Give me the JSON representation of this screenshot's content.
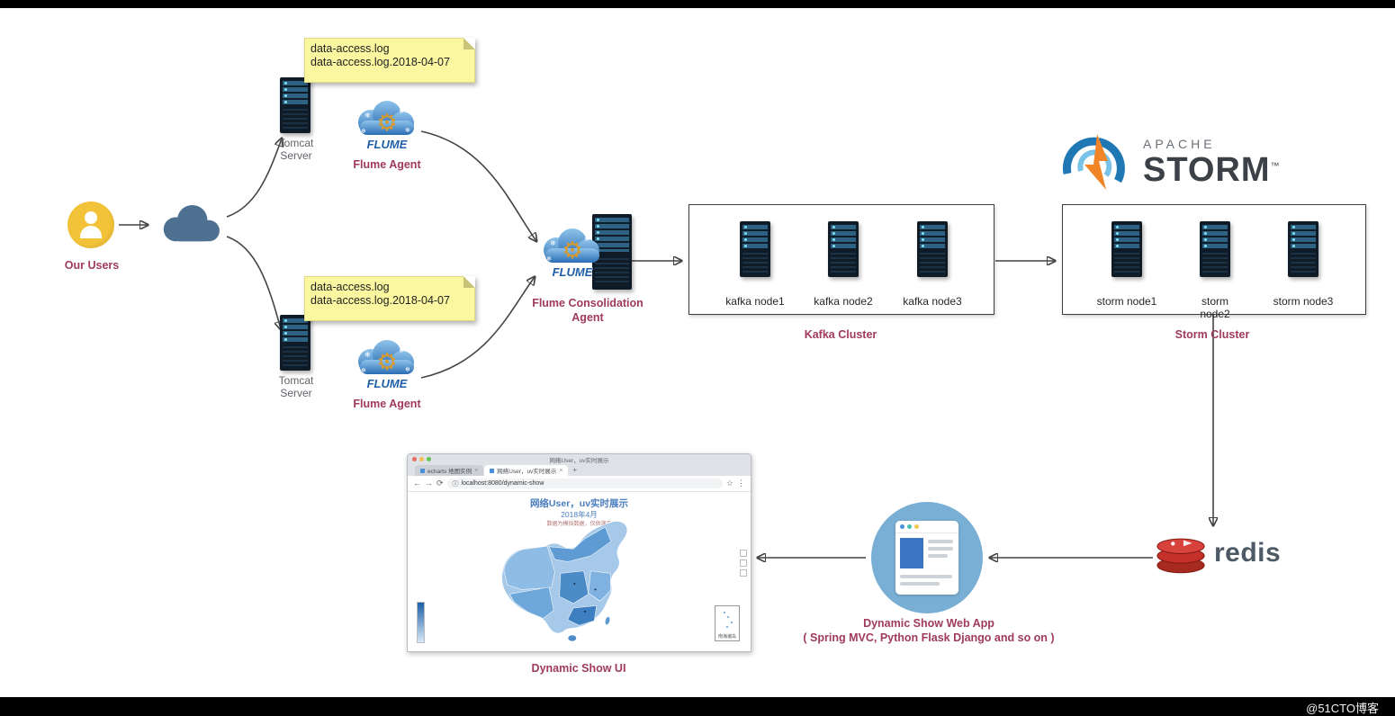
{
  "watermark": "@51CTO博客",
  "colors": {
    "label_accent": "#a03a5d",
    "note_bg": "#fbf7a0",
    "redis_red": "#c6302b",
    "storm_orange": "#f08426",
    "flume_blue": "#2a6db5"
  },
  "users": {
    "label": "Our Users"
  },
  "tomcat": {
    "top_label": "Tomcat Server",
    "bottom_label": "Tomcat Server"
  },
  "notes": {
    "top": "data-access.log\ndata-access.log.2018-04-07",
    "bottom": "data-access.log\ndata-access.log.2018-04-07"
  },
  "flume": {
    "logo_text": "FLUME",
    "agent_top_label": "Flume Agent",
    "agent_bottom_label": "Flume Agent",
    "consolidation_label": "Flume Consolidation Agent"
  },
  "kafka": {
    "cluster_label": "Kafka Cluster",
    "nodes": [
      "kafka node1",
      "kafka node2",
      "kafka node3"
    ]
  },
  "storm": {
    "cluster_label": "Storm Cluster",
    "nodes": [
      "storm node1",
      "storm node2",
      "storm node3"
    ],
    "logo": {
      "apache": "APACHE",
      "storm": "STORM",
      "tm": "™"
    }
  },
  "redis": {
    "label": "redis"
  },
  "webapp": {
    "title": "Dynamic Show Web App",
    "subtitle": "( Spring MVC,  Python Flask Django and so on )"
  },
  "ui": {
    "label": "Dynamic Show UI",
    "browser": {
      "window_title": "网络User，uv实时展示",
      "tabs": [
        "echarts 地图实例",
        "网络User，uv实时展示"
      ],
      "url": "localhost:8080/dynamic-show",
      "page_title": "网络User，uv实时展示",
      "page_subtitle": "2018年4月",
      "page_note": "数据为模拟数据，仅供演示",
      "inset_label": "南海诸岛"
    }
  }
}
